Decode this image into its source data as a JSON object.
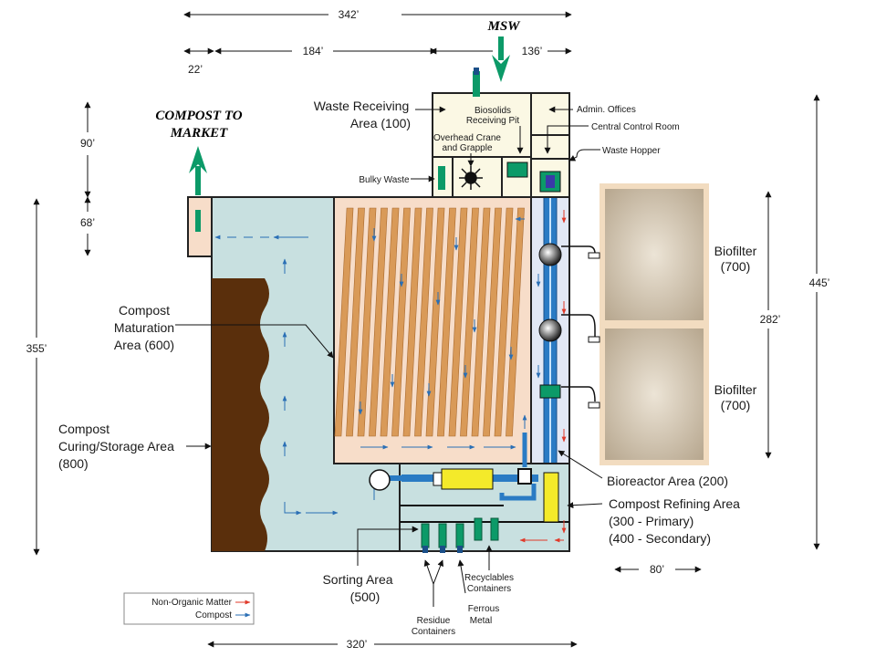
{
  "dimensions": {
    "total_width": "342’",
    "left_width": "184’",
    "right_width": "136’",
    "left_offset": "22’",
    "top_height": "90’",
    "tunnel_height": "68’",
    "main_height": "355’",
    "total_height": "445’",
    "biofilter_height": "282’",
    "biofilter_width": "80’",
    "bottom_width": "320’"
  },
  "headers": {
    "msw": "MSW",
    "compost_to_market_1": "COMPOST TO",
    "compost_to_market_2": "MARKET"
  },
  "areas": {
    "waste_receiving_1": "Waste Receiving",
    "waste_receiving_2": "Area (100)",
    "biosolids_1": "Biosolids",
    "biosolids_2": "Receiving Pit",
    "overhead_crane_1": "Overhead Crane",
    "overhead_crane_2": "and Grapple",
    "bulky_waste": "Bulky Waste",
    "admin_offices": "Admin. Offices",
    "central_control": "Central Control Room",
    "waste_hopper": "Waste Hopper",
    "maturation_1": "Compost",
    "maturation_2": "Maturation",
    "maturation_3": "Area (600)",
    "curing_1": "Compost",
    "curing_2": "Curing/Storage Area",
    "curing_3": "(800)",
    "biofilter_1a": "Biofilter",
    "biofilter_1b": "(700)",
    "biofilter_2a": "Biofilter",
    "biofilter_2b": "(700)",
    "bioreactor": "Bioreactor Area (200)",
    "refining_1": "Compost Refining Area",
    "refining_2": "(300 - Primary)",
    "refining_3": "(400 - Secondary)",
    "sorting_1": "Sorting Area",
    "sorting_2": "(500)",
    "recyclables_1": "Recyclables",
    "recyclables_2": "Containers",
    "ferrous_1": "Ferrous",
    "ferrous_2": "Metal",
    "residue_1": "Residue",
    "residue_2": "Containers"
  },
  "legend": {
    "non_organic": "Non-Organic Matter",
    "compost": "Compost"
  },
  "colors": {
    "green": "#0c9a68",
    "blue_arrow": "#2a6fb5",
    "red_arrow": "#e03a2a",
    "pale_blue": "#c8e0e0",
    "peach": "#f7ddc9",
    "brown_pile": "#5a2f0c",
    "conveyor_blue": "#2a7bc4",
    "yellow": "#f4ea2a"
  }
}
